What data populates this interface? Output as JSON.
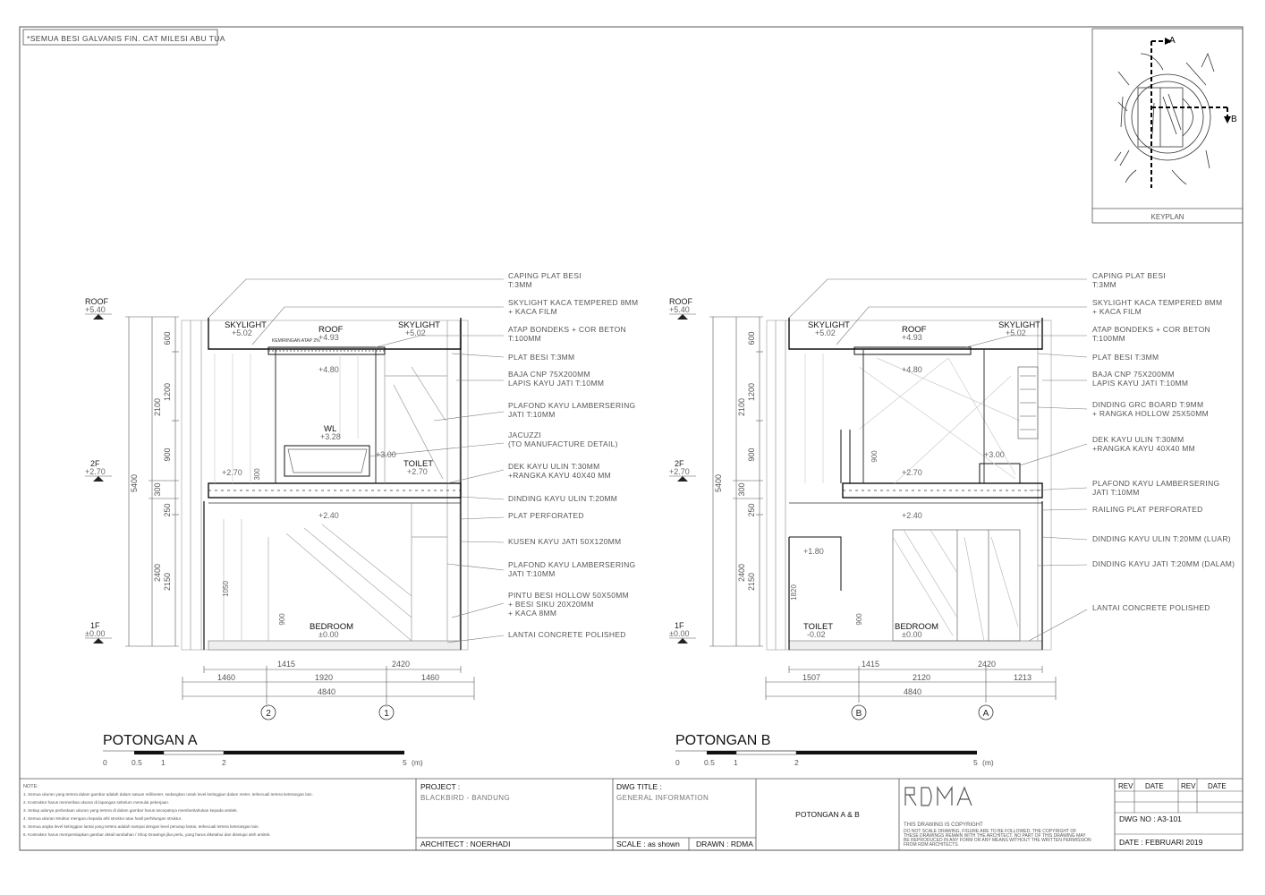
{
  "general_note": "*SEMUA BESI GALVANIS FIN. CAT MILESI ABU TUA",
  "keyplan": {
    "label": "KEYPLAN",
    "marker_a": "A",
    "marker_b": "B"
  },
  "section_a": {
    "title": "POTONGAN A",
    "levels": [
      {
        "name": "ROOF",
        "value": "+5.40"
      },
      {
        "name": "2F",
        "value": "+2.70"
      },
      {
        "name": "1F",
        "value": "±0.00"
      }
    ],
    "room_labels": [
      {
        "name": "SKYLIGHT",
        "value": "+5.02"
      },
      {
        "name": "ROOF",
        "value": "+4.93"
      },
      {
        "name": "SKYLIGHT",
        "value": "+5.02"
      },
      {
        "name": "WL",
        "value": "+3.28"
      },
      {
        "name": "TOILET",
        "value": "+2.70"
      },
      {
        "name": "BEDROOM",
        "value": "±0.00"
      }
    ],
    "spot_levels": [
      "+4.80",
      "+2.70",
      "+3.00",
      "+2.40"
    ],
    "slope_note": "KEMIRINGAN ATAP 2%",
    "vertical_dims_outer": [
      "2100",
      "300",
      "2400"
    ],
    "vertical_dims_total": "5400",
    "vertical_dims_inner": [
      "600",
      "1200",
      "900",
      "250",
      "2150"
    ],
    "vertical_dims_misc": [
      "300",
      "1050",
      "900"
    ],
    "horizontal_dims_top": [
      "1415",
      "2420"
    ],
    "horizontal_dims_mid": [
      "1460",
      "1920",
      "1460"
    ],
    "horizontal_dims_total": "4840",
    "grid_markers": [
      "2",
      "1"
    ],
    "notes": [
      {
        "line1": "CAPING PLAT BESI",
        "line2": "T:3MM"
      },
      {
        "line1": "SKYLIGHT KACA TEMPERED 8MM",
        "line2": "+ KACA FILM"
      },
      {
        "line1": "ATAP BONDEKS + COR BETON",
        "line2": "T:100MM"
      },
      {
        "line1": "PLAT BESI T:3MM",
        "line2": ""
      },
      {
        "line1": "BAJA CNP 75X200MM",
        "line2": "LAPIS KAYU JATI T:10MM"
      },
      {
        "line1": "PLAFOND KAYU LAMBERSERING",
        "line2": "JATI T:10MM"
      },
      {
        "line1": "JACUZZI",
        "line2": "(TO MANUFACTURE DETAIL)"
      },
      {
        "line1": "DEK KAYU ULIN T:30MM",
        "line2": "+RANGKA KAYU 40X40 MM"
      },
      {
        "line1": "DINDING KAYU ULIN T:20MM",
        "line2": ""
      },
      {
        "line1": "PLAT PERFORATED",
        "line2": ""
      },
      {
        "line1": "KUSEN KAYU JATI 50X120MM",
        "line2": ""
      },
      {
        "line1": "PLAFOND KAYU LAMBERSERING",
        "line2": "JATI T:10MM"
      },
      {
        "line1": "PINTU BESI HOLLOW 50X50MM",
        "line2": "+ BESI SIKU 20X20MM",
        "line3": "+ KACA 8MM"
      },
      {
        "line1": "LANTAI CONCRETE POLISHED",
        "line2": ""
      }
    ],
    "scale": {
      "labels": [
        "0",
        "0.5",
        "1",
        "2",
        "5"
      ],
      "unit": "(m)"
    }
  },
  "section_b": {
    "title": "POTONGAN B",
    "levels": [
      {
        "name": "ROOF",
        "value": "+5.40"
      },
      {
        "name": "2F",
        "value": "+2.70"
      },
      {
        "name": "1F",
        "value": "±0.00"
      }
    ],
    "room_labels": [
      {
        "name": "SKYLIGHT",
        "value": "+5.02"
      },
      {
        "name": "ROOF",
        "value": "+4.93"
      },
      {
        "name": "SKYLIGHT",
        "value": "+5.02"
      },
      {
        "name": "TOILET",
        "value": "-0.02"
      },
      {
        "name": "BEDROOM",
        "value": "±0.00"
      }
    ],
    "spot_levels": [
      "+4.80",
      "+3.00",
      "+2.70",
      "+2.40",
      "+1.80"
    ],
    "vertical_dims_outer": [
      "2100",
      "300",
      "2400"
    ],
    "vertical_dims_total": "5400",
    "vertical_dims_inner": [
      "600",
      "1200",
      "900",
      "250",
      "2150"
    ],
    "vertical_dims_misc": [
      "900",
      "1820",
      "900"
    ],
    "horizontal_dims_top": [
      "1415",
      "2420"
    ],
    "horizontal_dims_mid": [
      "1507",
      "2120",
      "1213"
    ],
    "horizontal_dims_total": "4840",
    "grid_markers": [
      "B",
      "A"
    ],
    "notes": [
      {
        "line1": "CAPING PLAT BESI",
        "line2": "T:3MM"
      },
      {
        "line1": "SKYLIGHT KACA TEMPERED 8MM",
        "line2": "+ KACA FILM"
      },
      {
        "line1": "ATAP BONDEKS + COR BETON",
        "line2": "T:100MM"
      },
      {
        "line1": "PLAT BESI T:3MM",
        "line2": ""
      },
      {
        "line1": "BAJA CNP 75X200MM",
        "line2": "LAPIS KAYU JATI T:10MM"
      },
      {
        "line1": "DINDING GRC BOARD T:9MM",
        "line2": "+ RANGKA HOLLOW 25X50MM"
      },
      {
        "line1": "DEK KAYU ULIN T:30MM",
        "line2": "+RANGKA KAYU 40X40 MM"
      },
      {
        "line1": "PLAFOND KAYU LAMBERSERING",
        "line2": "JATI T:10MM"
      },
      {
        "line1": "RAILING PLAT PERFORATED",
        "line2": ""
      },
      {
        "line1": "DINDING KAYU ULIN T:20MM (LUAR)",
        "line2": ""
      },
      {
        "line1": "DINDING KAYU JATI T:20MM (DALAM)",
        "line2": ""
      },
      {
        "line1": "LANTAI CONCRETE POLISHED",
        "line2": ""
      }
    ],
    "scale": {
      "labels": [
        "0",
        "0.5",
        "1",
        "2",
        "5"
      ],
      "unit": "(m)"
    }
  },
  "title_block": {
    "note_heading": "NOTE:",
    "notes": [
      "1. Semua ukuran yang tertera dalam gambar adalah dalam satuan millimeter, sedangkan untuk level ketinggian dalam meter, terkecuali tertera keterangan lain.",
      "2. Kontraktor harus memeriksa ukuran di lapangan sebelum memulai pekerjaan.",
      "3. Setiap adanya perbedaan ukuran yang tertera di dalam gambar harus secepatnya memberitahukan kepada arsitek.",
      "4. Semua ukuran struktur mengacu kepada ahli struktur atau hasil perhitungan struktur.",
      "5. Semua angka level ketinggian lantai yang tertera adalah sampai dengan level penutup lantai, terkecuali tertera keterangan lain.",
      "6. Kontraktor harus mempersiapkan gambar detail tambahan / Shop Drawings jika perlu, yang harus diketahui dan disetujui oleh arsitek."
    ],
    "project_label": "PROJECT :",
    "project_value": "BLACKBIRD - BANDUNG",
    "architect": "ARCHITECT : NOERHADI",
    "dwg_title_label": "DWG TITLE :",
    "dwg_title_value": "GENERAL INFORMATION",
    "scale": "SCALE : as shown",
    "drawn": "DRAWN : RDMA",
    "sheet_title": "POTONGAN A & B",
    "copyright": [
      "THIS DRAWING IS COPYRIGHT",
      "DO NOT SCALE DRAWING, FIGURE ARE TO BE FOLLOWED. THE COPYRIGHT OF",
      "THESE DRAWINGS REMAIN WITH THE ARCHITECT. NO PART OF THIS DRAWING MAY",
      "BE REPRODUCED IN ANY FORM OR ANY MEANS WITHOUT THE WRITTEN PERMISSION",
      "FROM RDM ARCHITECTS."
    ],
    "rev_headers": [
      "REV",
      "DATE",
      "REV",
      "DATE"
    ],
    "dwg_no": "DWG NO : A3-101",
    "date": "DATE : FEBRUARI 2019"
  }
}
